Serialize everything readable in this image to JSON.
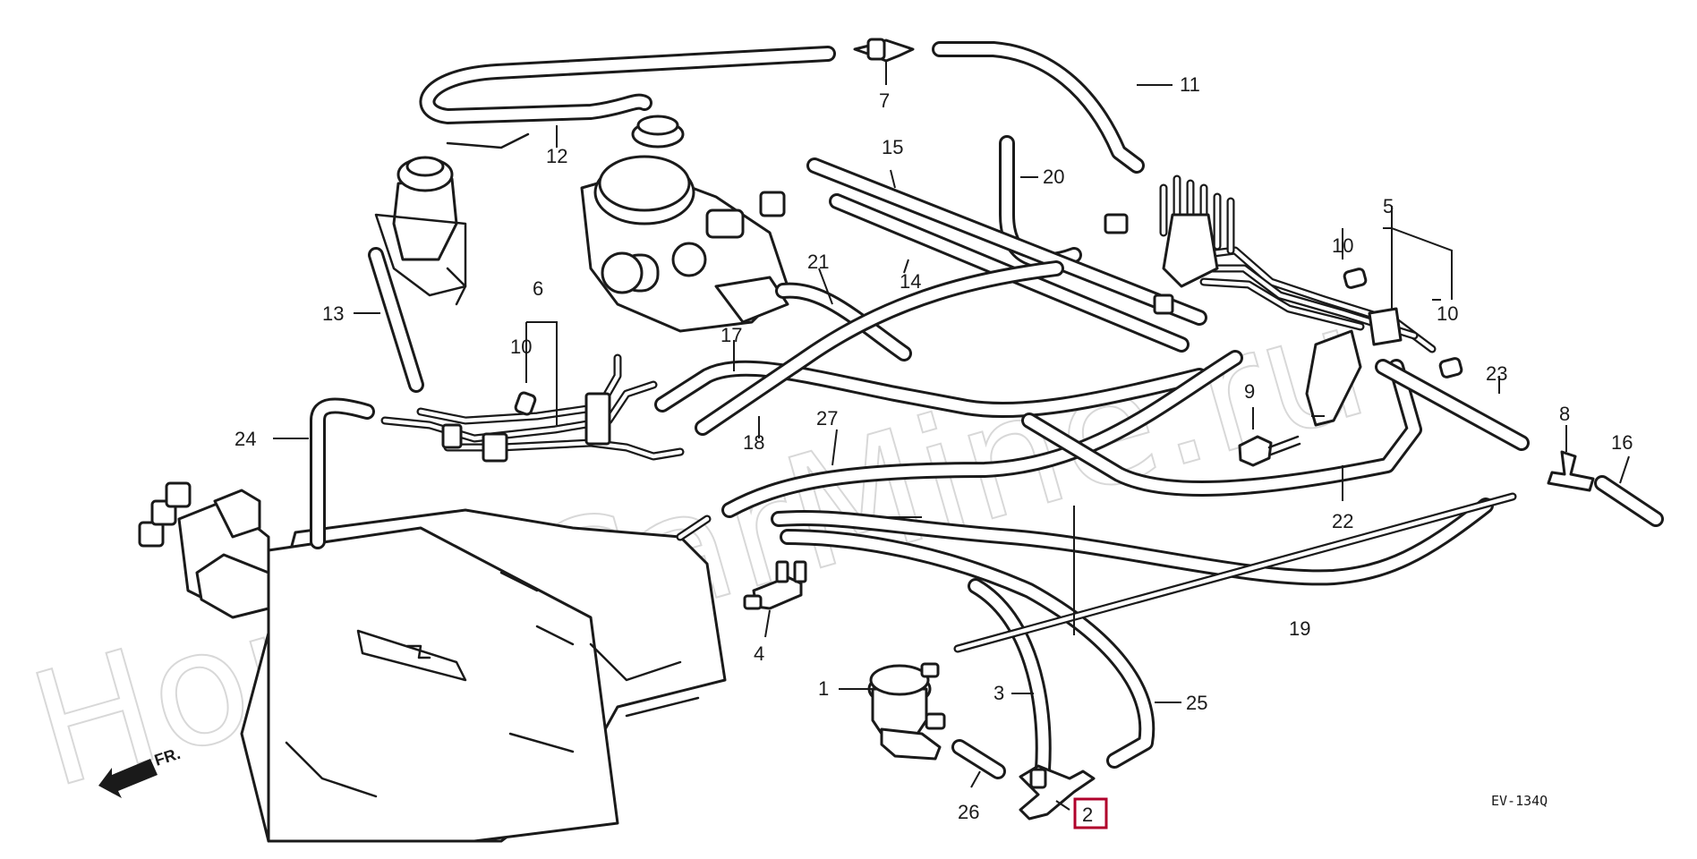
{
  "watermark": "HondaCarMine.ru",
  "front_label": "FR.",
  "diagram_code": "EV-134Q",
  "highlighted_part": "2",
  "highlight_color": "#b0002b",
  "line_color": "#1a1a1a",
  "callouts": {
    "c1": "1",
    "c2": "2",
    "c3": "3",
    "c4": "4",
    "c5": "5",
    "c6": "6",
    "c7": "7",
    "c8": "8",
    "c9": "9",
    "c10a": "10",
    "c10b": "10",
    "c10c": "10",
    "c11": "11",
    "c12": "12",
    "c13": "13",
    "c14": "14",
    "c15": "15",
    "c16": "16",
    "c17": "17",
    "c18": "18",
    "c19": "19",
    "c20": "20",
    "c21": "21",
    "c22": "22",
    "c23": "23",
    "c24": "24",
    "c25": "25",
    "c26": "26",
    "c27": "27"
  }
}
